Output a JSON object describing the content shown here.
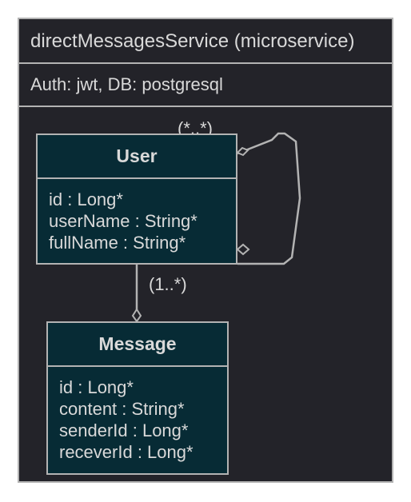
{
  "microservice": {
    "title": "directMessagesService (microservice)",
    "subtitle": "Auth: jwt, DB: postgresql"
  },
  "entities": {
    "user": {
      "name": "User",
      "attributes": [
        "id : Long*",
        "userName : String*",
        "fullName : String*"
      ]
    },
    "message": {
      "name": "Message",
      "attributes": [
        "id : Long*",
        "content : String*",
        "senderId : Long*",
        "receverId : Long*"
      ]
    }
  },
  "relations": {
    "user_self": {
      "multiplicity": "(*..*)"
    },
    "user_message": {
      "multiplicity": "(1..*)"
    }
  },
  "colors": {
    "canvas": "#232329",
    "entity_fill": "#072b35",
    "stroke": "#b3b3b3",
    "text": "#d9d9d9"
  }
}
